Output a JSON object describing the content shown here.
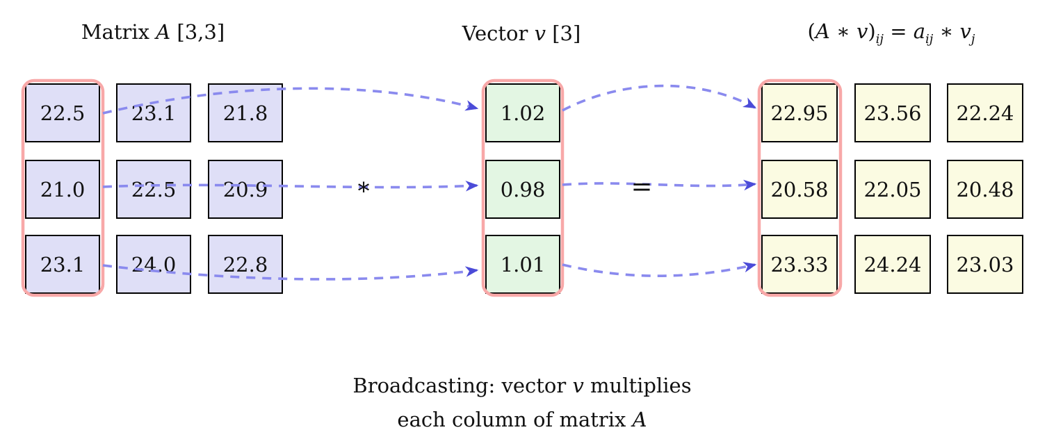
{
  "colors": {
    "matrix_fill": "#dfdff7",
    "vector_fill": "#e3f6e3",
    "result_fill": "#fbfbe2",
    "highlight_stroke": "#f8a8a8",
    "arrow_dash": "#8a8aee",
    "arrow_head": "#4b4bd8",
    "cell_border": "#000000"
  },
  "titles": {
    "matrix": [
      {
        "t": "Matrix ",
        "i": false
      },
      {
        "t": "A",
        "i": true
      },
      {
        "t": " [3,3]",
        "i": false
      }
    ],
    "vector": [
      {
        "t": "Vector ",
        "i": false
      },
      {
        "t": "v",
        "i": true
      },
      {
        "t": " [3]",
        "i": false
      }
    ],
    "result": [
      {
        "t": "(",
        "i": false
      },
      {
        "t": "A",
        "i": true
      },
      {
        "t": " ∗ ",
        "i": false
      },
      {
        "t": "v",
        "i": true
      },
      {
        "t": ")",
        "i": false
      },
      {
        "t": "ij",
        "i": true,
        "sub": true
      },
      {
        "t": " = ",
        "i": false
      },
      {
        "t": "a",
        "i": true
      },
      {
        "t": "ij",
        "i": true,
        "sub": true
      },
      {
        "t": " ∗ ",
        "i": false
      },
      {
        "t": "v",
        "i": true
      },
      {
        "t": "j",
        "i": true,
        "sub": true
      }
    ]
  },
  "operators": {
    "multiply": "∗",
    "equals": "="
  },
  "matrix": {
    "rows": [
      [
        "22.5",
        "23.1",
        "21.8"
      ],
      [
        "21.0",
        "22.5",
        "20.9"
      ],
      [
        "23.1",
        "24.0",
        "22.8"
      ]
    ]
  },
  "vector": {
    "values": [
      "1.02",
      "0.98",
      "1.01"
    ]
  },
  "result": {
    "rows": [
      [
        "22.95",
        "23.56",
        "22.24"
      ],
      [
        "20.58",
        "22.05",
        "20.48"
      ],
      [
        "23.33",
        "24.24",
        "23.03"
      ]
    ]
  },
  "caption": {
    "line1": [
      {
        "t": "Broadcasting: vector ",
        "i": false
      },
      {
        "t": "v",
        "i": true
      },
      {
        "t": " multiplies",
        "i": false
      }
    ],
    "line2": [
      {
        "t": "each column of matrix ",
        "i": false
      },
      {
        "t": "A",
        "i": true
      }
    ]
  }
}
